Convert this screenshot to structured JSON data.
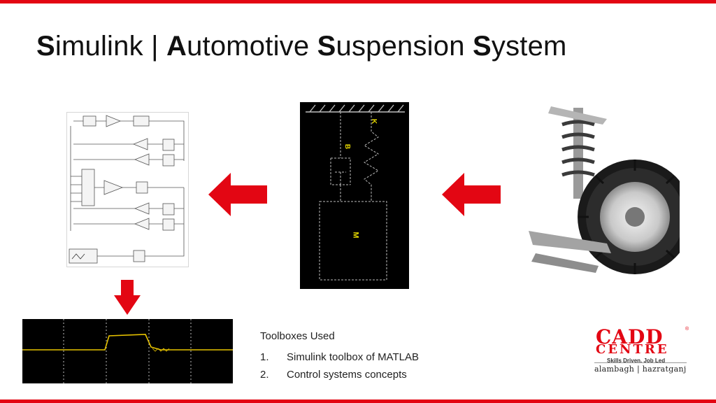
{
  "slide": {
    "title": {
      "part1_bold": "S",
      "part1_rest": "imulink | ",
      "part2_bold": "A",
      "part2_rest": "utomotive ",
      "part3_bold": "S",
      "part3_rest": "uspension ",
      "part4_bold": "S",
      "part4_rest": "ystem"
    },
    "model_labels": {
      "spring": "K",
      "damper": "B",
      "mass": "M"
    },
    "toolboxes": {
      "heading": "Toolboxes Used",
      "items": [
        {
          "num": "1.",
          "text": "Simulink toolbox of MATLAB"
        },
        {
          "num": "2.",
          "text": "Control systems concepts"
        }
      ]
    },
    "logo": {
      "line1": "CADD",
      "line2": "CENTRE",
      "registered": "®",
      "tagline": "Skills Driven. Job Led",
      "location": "alambagh | hazratganj"
    },
    "colors": {
      "accent": "#e30613",
      "signal": "#e6c200",
      "model_label": "#e6d800"
    }
  }
}
